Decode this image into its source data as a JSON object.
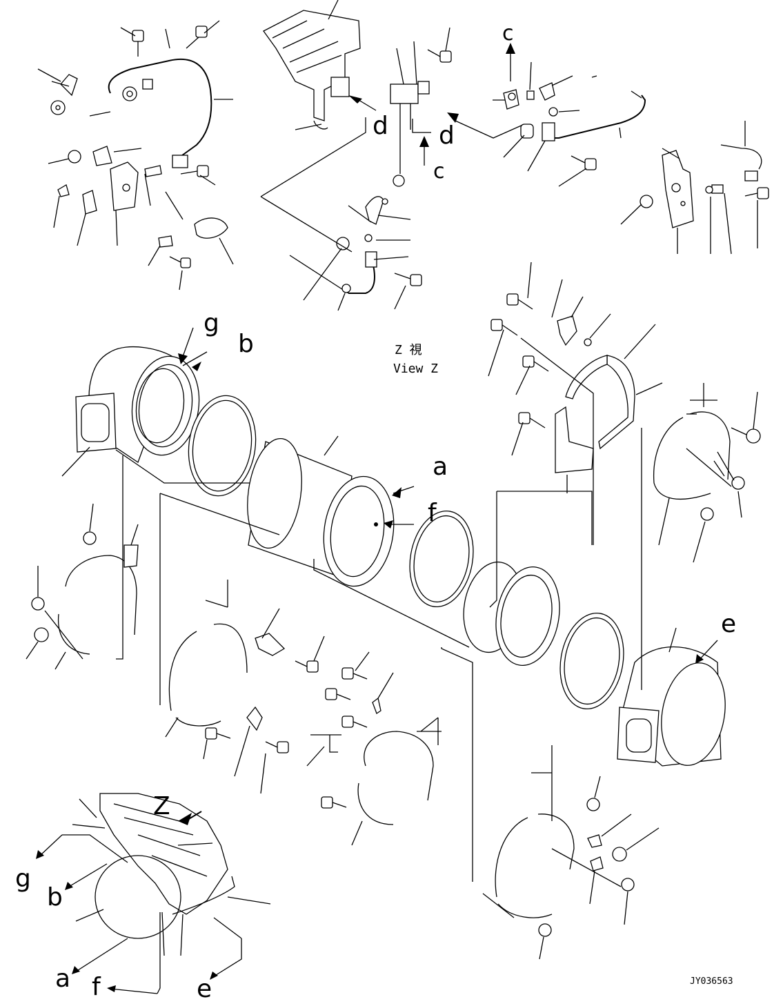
{
  "labels": {
    "a": "a",
    "b": "b",
    "c": "c",
    "d": "d",
    "e": "e",
    "f": "f",
    "g": "g",
    "z": "Z"
  },
  "view_title": {
    "line1": "Z  視",
    "line2": "View Z"
  },
  "drawing_code": "JY036563"
}
